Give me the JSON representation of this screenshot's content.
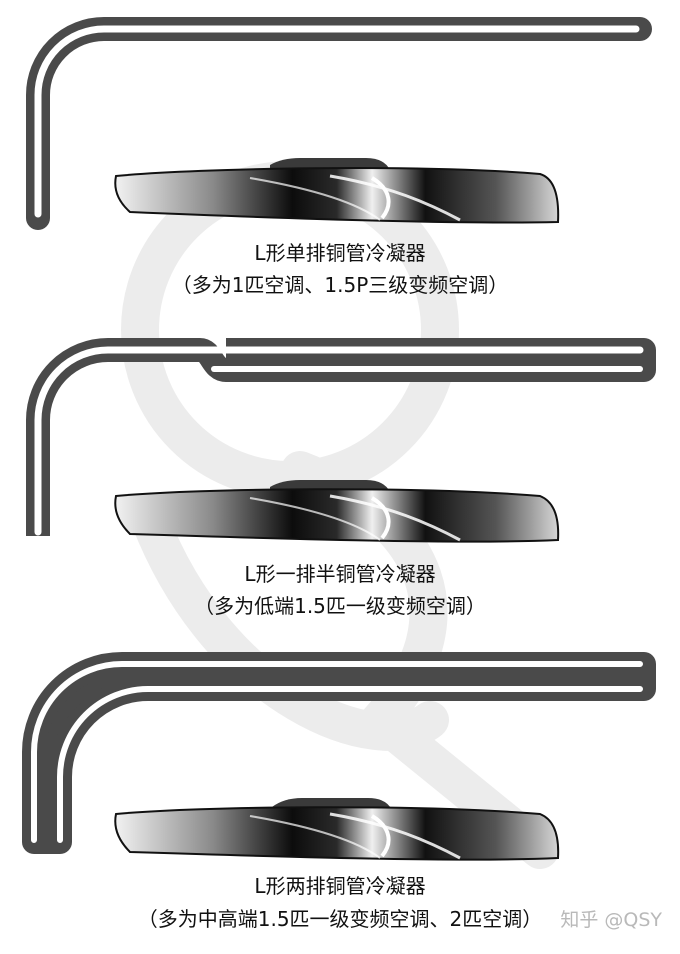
{
  "colors": {
    "tube": "#4a4a4a",
    "tube_bright": "#ffffff",
    "fan_dark": "#0c0c0c",
    "fan_mid": "#777777",
    "fan_light": "#f4f4f4",
    "hub": "#3a3a3a",
    "background_logo": "#ececec"
  },
  "panels": [
    {
      "title": "L形单排铜管冷凝器",
      "note": "（多为1匹空调、1.5P三级变频空调）"
    },
    {
      "title": "L形一排半铜管冷凝器",
      "note": "（多为低端1.5匹一级变频空调）"
    },
    {
      "title": "L形两排铜管冷凝器",
      "note": "（多为中高端1.5匹一级变频空调、2匹空调）"
    }
  ],
  "watermark": "知乎 @QSY"
}
